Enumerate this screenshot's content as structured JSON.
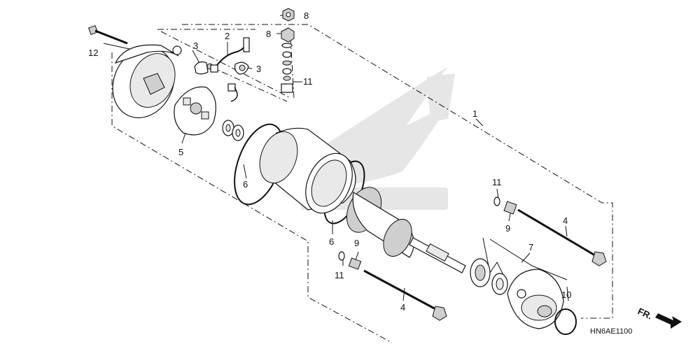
{
  "diagram": {
    "reference_code": "HN6AE1100",
    "direction_label": "FR.",
    "callouts": {
      "c1": "1",
      "c2": "2",
      "c3a": "3",
      "c3b": "3",
      "c4a": "4",
      "c4b": "4",
      "c5": "5",
      "c6a": "6",
      "c6b": "6",
      "c7": "7",
      "c8a": "8",
      "c8b": "8",
      "c9a": "9",
      "c9b": "9",
      "c10": "10",
      "c11a": "11",
      "c11b": "11",
      "c11c": "11",
      "c12": "12"
    }
  }
}
